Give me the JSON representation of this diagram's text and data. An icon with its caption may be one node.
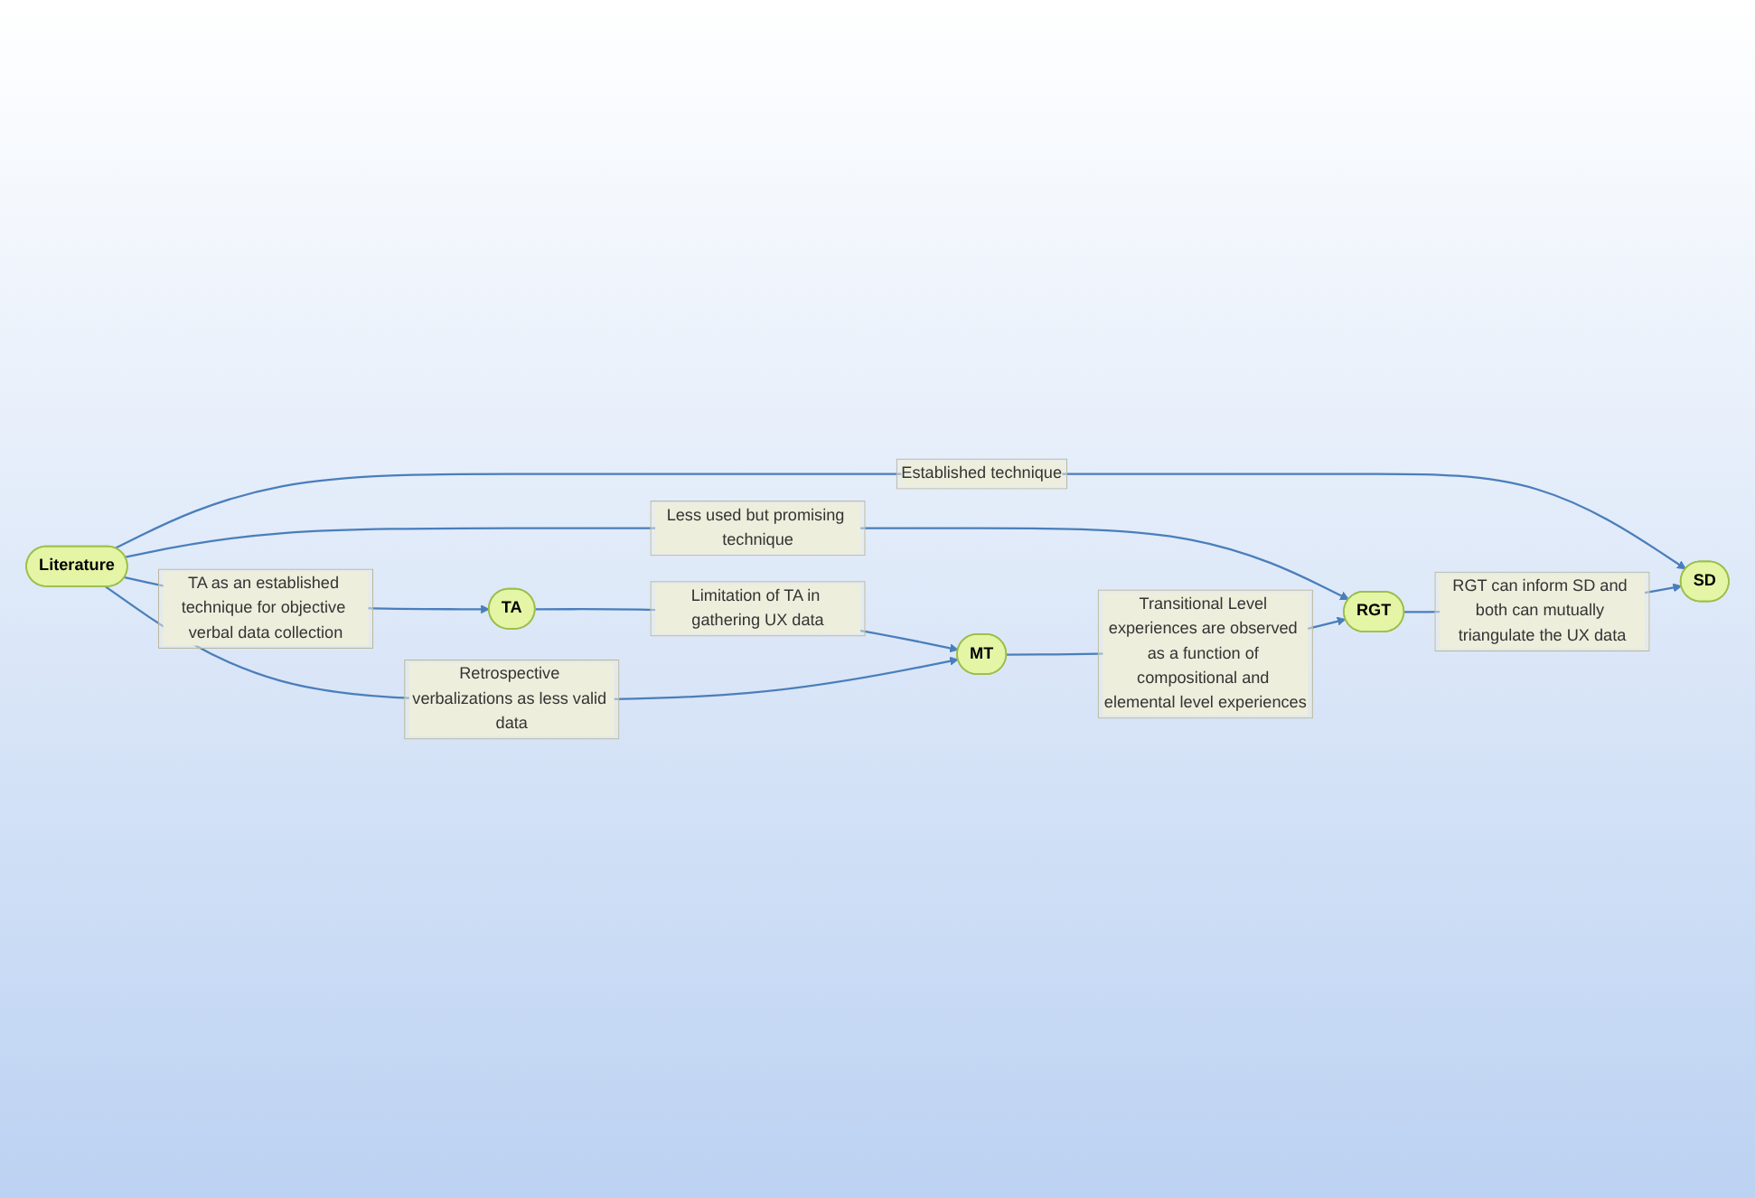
{
  "diagram": {
    "nodes": [
      {
        "text": [
          "TA"
        ]
      },
      {
        "text": [
          "MT"
        ]
      },
      {
        "text": [
          "Literature"
        ]
      },
      {
        "text": [
          "RGT"
        ]
      },
      {
        "text": [
          "SD"
        ]
      }
    ],
    "edges": [
      {
        "from": 2,
        "to": 0,
        "arrow": "to",
        "label": "TA as an established technique for objective verbal data collection"
      },
      {
        "from": 0,
        "to": 1,
        "arrow": "to",
        "label": "Limitation of TA in gathering UX data"
      },
      {
        "from": 2,
        "to": 1,
        "arrow": "to",
        "label": "Retrospective verbalizations as less valid data"
      },
      {
        "from": 2,
        "to": 3,
        "arrow": "to",
        "label": "Less used but promising technique"
      },
      {
        "from": 2,
        "to": 4,
        "arrow": "to",
        "label": "Established technique"
      },
      {
        "from": 1,
        "to": 3,
        "arrow": "to",
        "label": "Transitional Level experiences are observed as a function of compositional and elemental level experiences"
      },
      {
        "from": 3,
        "to": 4,
        "arrow": "to",
        "label": "RGT can inform SD and both can mutually triangulate the UX data"
      }
    ]
  }
}
